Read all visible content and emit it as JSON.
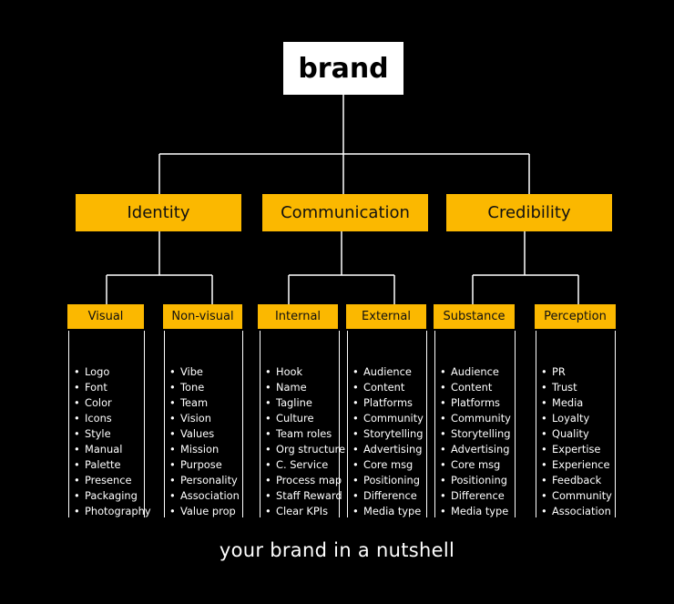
{
  "root": {
    "label": "brand"
  },
  "pillars": [
    {
      "label": "Identity",
      "groups": [
        {
          "label": "Visual",
          "items": [
            "Logo",
            "Font",
            "Color",
            "Icons",
            "Style",
            "Manual",
            "Palette",
            "Presence",
            "Packaging",
            "Photography"
          ]
        },
        {
          "label": "Non-visual",
          "items": [
            "Vibe",
            "Tone",
            "Team",
            "Vision",
            "Values",
            "Mission",
            "Purpose",
            "Personality",
            "Association",
            "Value prop"
          ]
        }
      ]
    },
    {
      "label": "Communication",
      "groups": [
        {
          "label": "Internal",
          "items": [
            "Hook",
            "Name",
            "Tagline",
            "Culture",
            "Team roles",
            "Org structure",
            "C. Service",
            "Process map",
            "Staff Reward",
            "Clear KPIs"
          ]
        },
        {
          "label": "External",
          "items": [
            "Audience",
            "Content",
            "Platforms",
            "Community",
            "Storytelling",
            "Advertising",
            "Core msg",
            "Positioning",
            "Difference",
            "Media type"
          ]
        }
      ]
    },
    {
      "label": "Credibility",
      "groups": [
        {
          "label": "Substance",
          "items": [
            "Audience",
            "Content",
            "Platforms",
            "Community",
            "Storytelling",
            "Advertising",
            "Core msg",
            "Positioning",
            "Difference",
            "Media type"
          ]
        },
        {
          "label": "Perception",
          "items": [
            "PR",
            "Trust",
            "Media",
            "Loyalty",
            "Quality",
            "Expertise",
            "Experience",
            "Feedback",
            "Community",
            "Association"
          ]
        }
      ]
    }
  ],
  "caption": "your brand in a nutshell",
  "colors": {
    "accent": "#fbb800",
    "background": "#000000",
    "line": "#ffffff"
  }
}
